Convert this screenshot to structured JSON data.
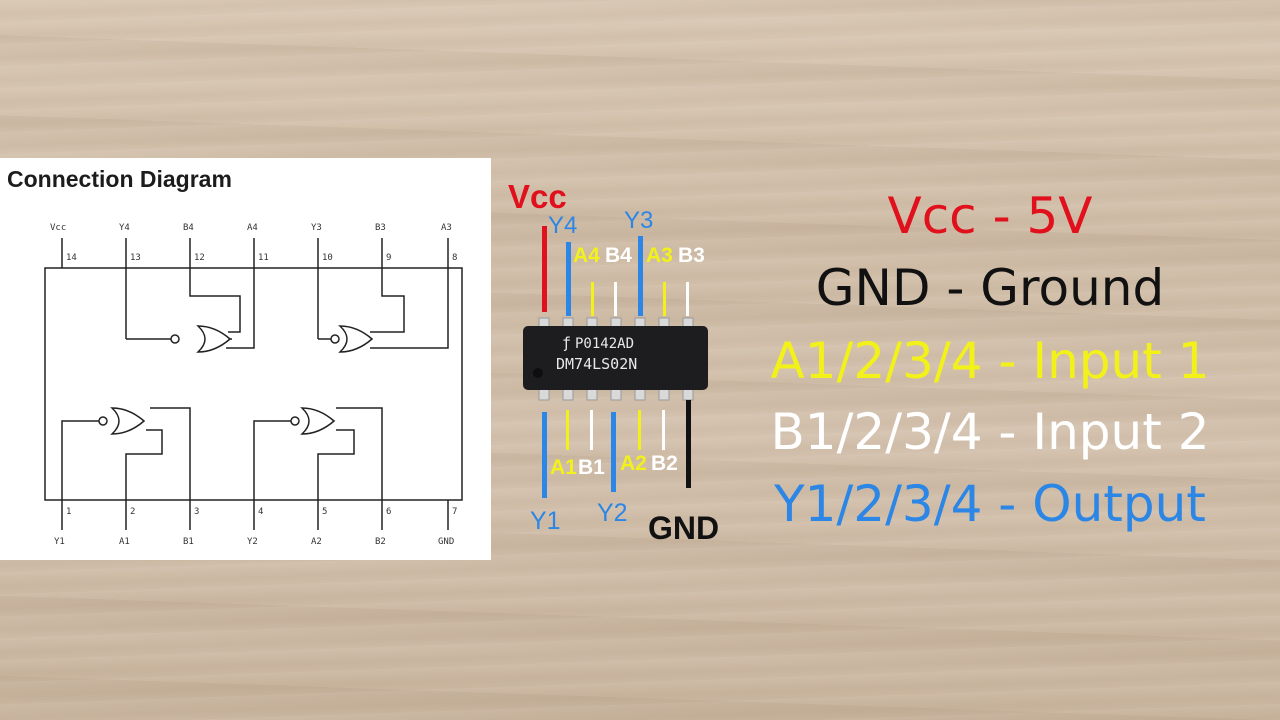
{
  "diagram": {
    "title": "Connection Diagram",
    "top_pin_names": [
      "Vcc",
      "Y4",
      "B4",
      "A4",
      "Y3",
      "B3",
      "A3"
    ],
    "top_pin_numbers": [
      "14",
      "13",
      "12",
      "11",
      "10",
      "9",
      "8"
    ],
    "bottom_pin_names": [
      "Y1",
      "A1",
      "B1",
      "Y2",
      "A2",
      "B2",
      "GND"
    ],
    "bottom_pin_numbers": [
      "1",
      "2",
      "3",
      "4",
      "5",
      "6",
      "7"
    ]
  },
  "chip": {
    "marking_line1": "P0142AD",
    "marking_line2": "DM74LS02N",
    "labels": {
      "vcc": "Vcc",
      "y4": "Y4",
      "y3": "Y3",
      "a4": "A4",
      "b4": "B4",
      "a3": "A3",
      "b3": "B3",
      "a1": "A1",
      "b1": "B1",
      "a2": "A2",
      "b2": "B2",
      "y1": "Y1",
      "y2": "Y2",
      "gnd": "GND"
    }
  },
  "legend": [
    {
      "text": "Vcc - 5V",
      "color": "#e0101c"
    },
    {
      "text": "GND - Ground",
      "color": "#111111"
    },
    {
      "text": "A1/2/3/4 - Input 1",
      "color": "#f2f21a"
    },
    {
      "text": "B1/2/3/4 - Input 2",
      "color": "#ffffff"
    },
    {
      "text": "Y1/2/3/4 - Output",
      "color": "#2b86e6"
    }
  ],
  "colors": {
    "vcc": "#e0101c",
    "gnd": "#111111",
    "input1": "#f2f21a",
    "input2": "#ffffff",
    "output": "#2b86e6"
  }
}
